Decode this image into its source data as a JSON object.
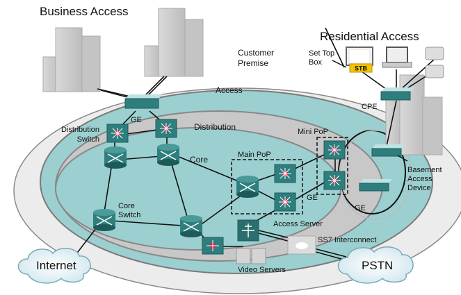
{
  "diagram": {
    "headings": {
      "business_access": "Business Access",
      "residential_access": "Residential Access"
    },
    "zones": {
      "customer_premise": [
        "Customer",
        "Premise"
      ],
      "access": "Access",
      "distribution": "Distribution",
      "core": "Core"
    },
    "labels": {
      "distribution_switch": [
        "Distribution",
        "Switch"
      ],
      "core_switch": [
        "Core",
        "Switch"
      ],
      "ge_top": "GE",
      "ge_main": "GE",
      "ge_ring": "GE",
      "main_pop": "Main PoP",
      "mini_pop": "Mini PoP",
      "cpe": "CPE",
      "set_top_box": [
        "Set Top",
        "Box"
      ],
      "stb": "STB",
      "basement_access_device": [
        "Basement",
        "Access",
        "Device"
      ],
      "access_server": "Access Server",
      "ss7_interconnect": "SS7 Interconnect",
      "video_servers": "Video Servers",
      "internet": "Internet",
      "pstn": "PSTN"
    },
    "colors": {
      "outer_ring": "#ececec",
      "access_ring": "#9ccfcf",
      "distribution_ring": "#c8c8c8",
      "core_area": "#9ccfcf",
      "device_teal": "#2f7e7e",
      "device_dark": "#1e5a5a",
      "stb_yellow": "#f5c400",
      "router_dot": "#e8174a"
    }
  }
}
